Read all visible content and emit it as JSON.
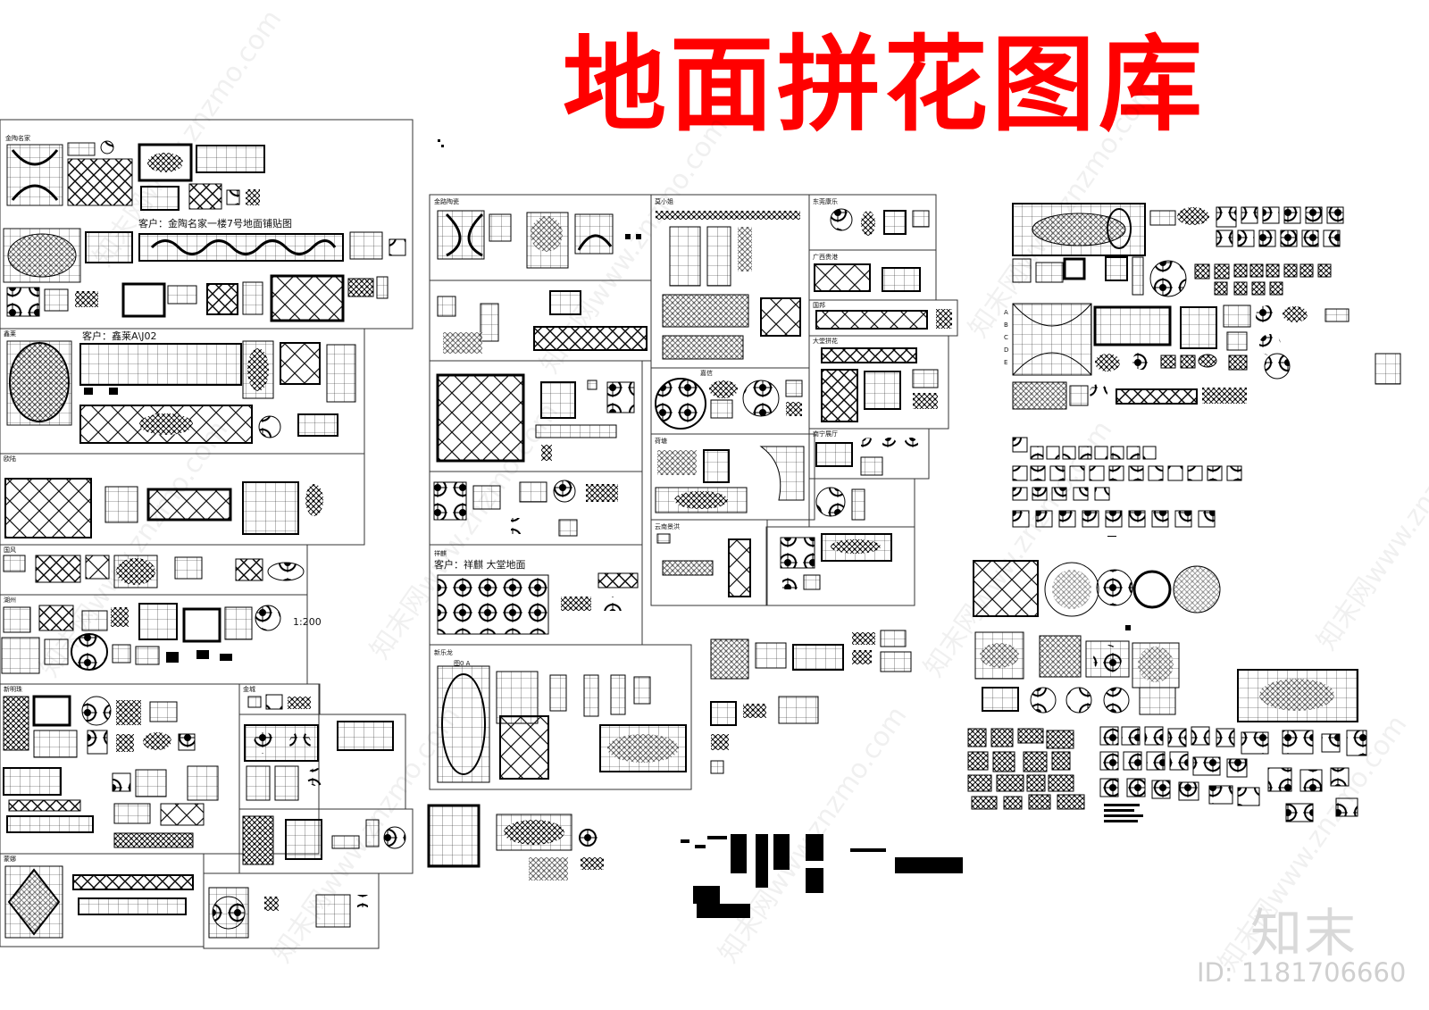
{
  "title": "地面拼花图库",
  "watermark": {
    "logo": "知末",
    "id": "ID: 1181706660",
    "diagonal": "知末网www.znzmo.com"
  },
  "colors": {
    "title": "#ff0000",
    "line": "#111111",
    "background": "#ffffff"
  },
  "sheets": [
    {
      "label": "金陶名家",
      "client": "客户：金陶名家一楼7号地面铺贴图"
    },
    {
      "label": "鑫莱",
      "client": "客户：鑫莱A\\J02"
    },
    {
      "label": "欧陆"
    },
    {
      "label": "国风"
    },
    {
      "label": "湖州"
    },
    {
      "label": "新明珠"
    },
    {
      "label": "蒙娜"
    },
    {
      "label": "金城"
    },
    {
      "label": "金路陶瓷"
    },
    {
      "label": "祥麒",
      "client": "客户：祥麒 大堂地面"
    },
    {
      "label": "新乐龙"
    },
    {
      "label": "图0 A"
    },
    {
      "label": "莫小姐"
    },
    {
      "label": "东莞康乐"
    },
    {
      "label": "广西贵港"
    },
    {
      "label": "国邦"
    },
    {
      "label": "大堂拼花"
    },
    {
      "label": "嘉信"
    },
    {
      "label": "南宁展厅"
    },
    {
      "label": "荷塘"
    },
    {
      "label": "云南景洪"
    }
  ],
  "row_letters": [
    "A",
    "B",
    "C",
    "D",
    "E"
  ],
  "dimension": "1:200"
}
